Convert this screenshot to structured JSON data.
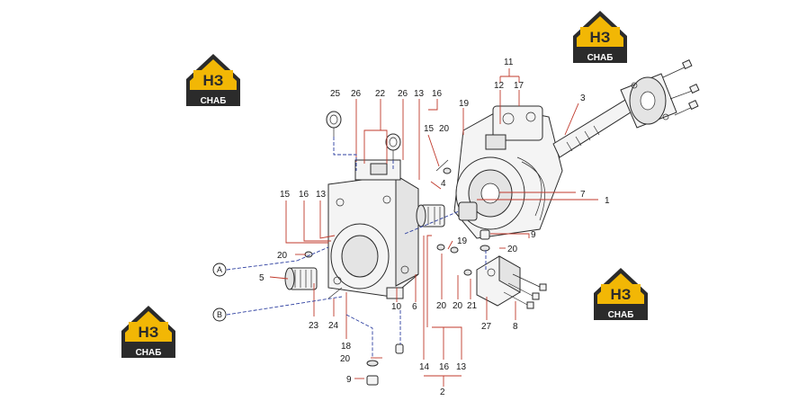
{
  "logo": {
    "letters": "НЗ",
    "caption": "СНАБ",
    "accent": "#f2b705",
    "dark": "#2b2b2b"
  },
  "labels": [
    "25",
    "26",
    "22",
    "26",
    "13",
    "16",
    "15",
    "20",
    "19",
    "11",
    "12",
    "17",
    "3",
    "15",
    "16",
    "13",
    "4",
    "7",
    "1",
    "9",
    "20",
    "19",
    "20",
    "5",
    "23",
    "24",
    "18",
    "20",
    "9",
    "10",
    "6",
    "20",
    "20",
    "21",
    "27",
    "8",
    "14",
    "16",
    "13",
    "2"
  ],
  "circle_markers": [
    "A",
    "B"
  ],
  "colors": {
    "leader_red": "#c0392b",
    "leader_blue": "#2d3fa0"
  }
}
